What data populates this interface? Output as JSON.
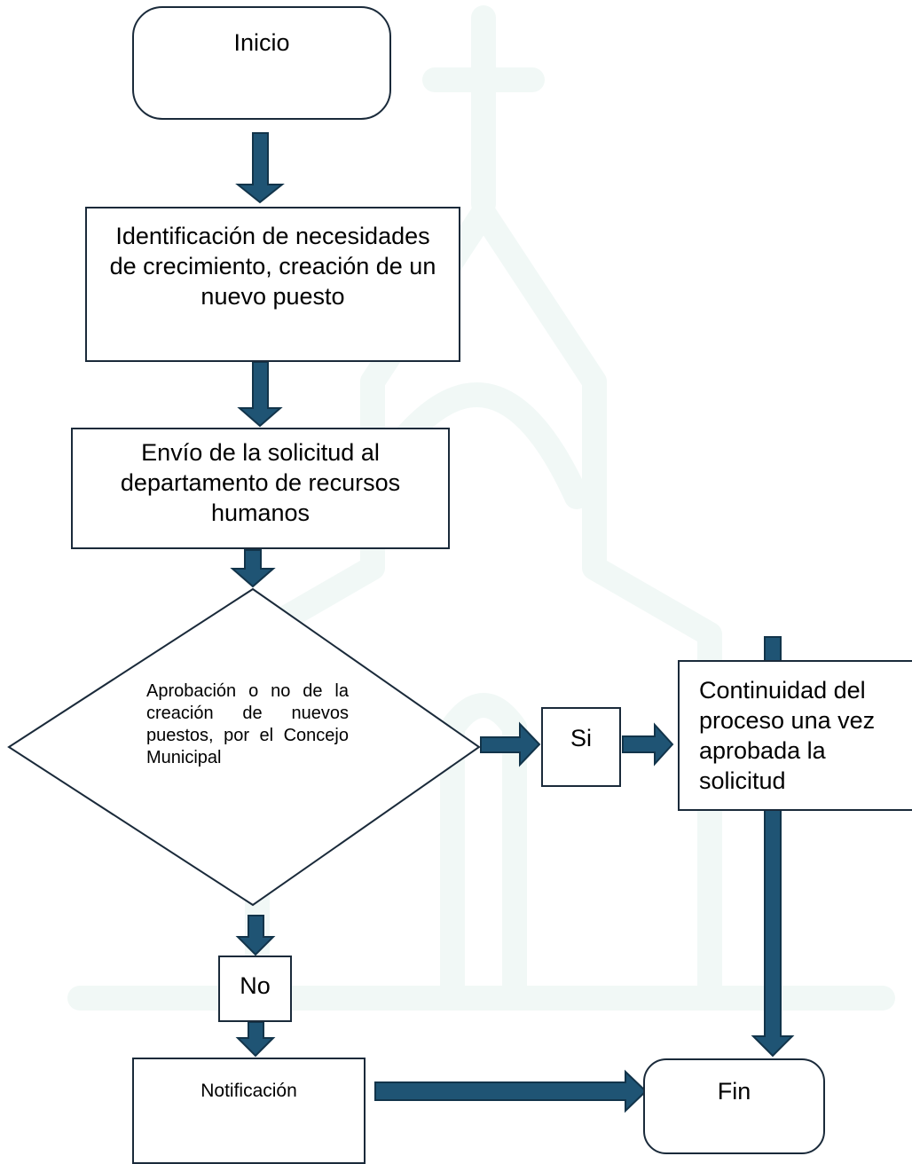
{
  "colors": {
    "arrow": "#1f5474",
    "arrow_outline": "#12344a",
    "border": "#1a2a3a",
    "watermark": "#f1f8f6"
  },
  "nodes": {
    "start": "Inicio",
    "identify": "Identificación de necesidades de crecimiento, creación de un nuevo puesto",
    "send": "Envío de la solicitud al departamento de recursos humanos",
    "decision": "Aprobación o no de la creación de nuevos puestos, por el Concejo Municipal",
    "yes_label": "Si",
    "continue": "Continuidad del proceso una vez aprobada la solicitud",
    "no_label": "No",
    "notify": "Notificación",
    "end": "Fin"
  }
}
